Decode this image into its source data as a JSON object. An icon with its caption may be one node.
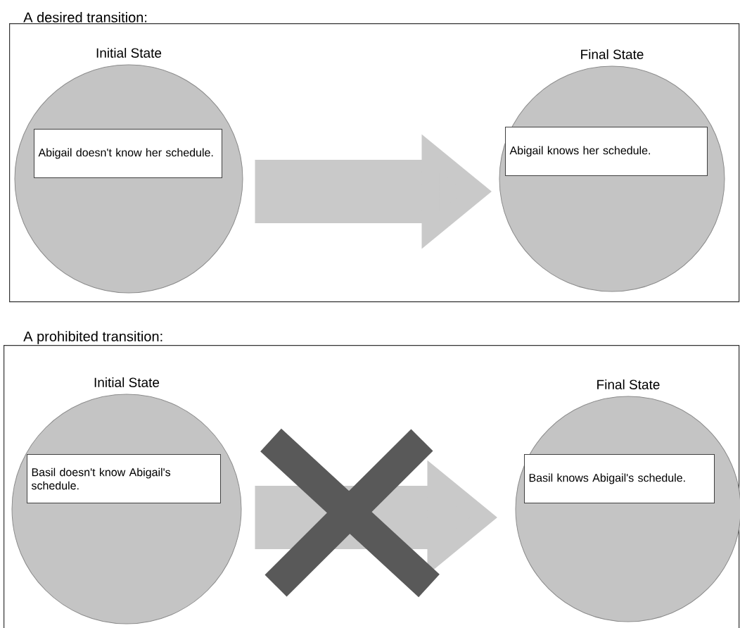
{
  "diagram": {
    "nodes": [
      {
        "text": [
          "A desired transition:"
        ]
      },
      {
        "text": [
          "Initial State"
        ],
        "in": 0
      },
      {
        "text": [
          "Abigail doesn't know her schedule."
        ],
        "in": 1
      },
      {
        "text": [
          "Final State"
        ],
        "in": 0
      },
      {
        "text": [
          "Abigail knows her schedule."
        ],
        "in": 3
      },
      {
        "text": [
          "A prohibited transition:"
        ]
      },
      {
        "text": [
          "Initial State"
        ],
        "in": 5
      },
      {
        "text": [
          "Basil doesn't know Abigail's schedule."
        ],
        "in": 6
      },
      {
        "text": [
          "Final State"
        ],
        "in": 5
      },
      {
        "text": [
          "Basil knows Abigail's schedule."
        ],
        "in": 8
      }
    ],
    "edges": [
      {
        "from": 1,
        "to": 3,
        "arrow": "to"
      },
      {
        "from": 6,
        "to": 8,
        "arrow": "to"
      }
    ]
  }
}
